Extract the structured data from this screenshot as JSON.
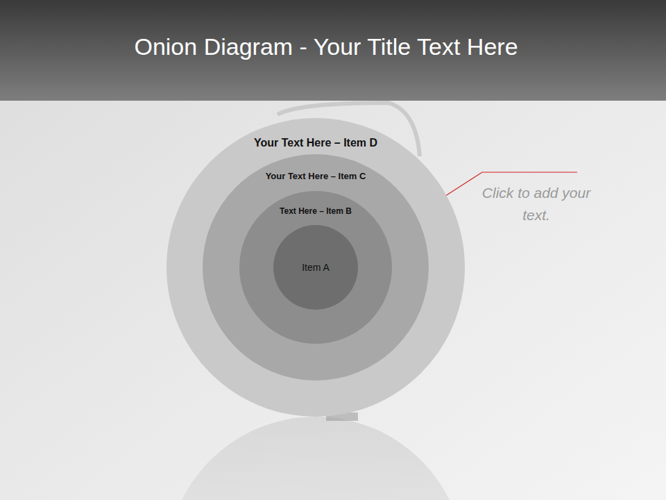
{
  "diagram": {
    "title": "Onion Diagram - Your Title Text Here",
    "nodes": [
      {
        "text": [
          "Your Text Here – Item D"
        ]
      },
      {
        "text": [
          "Your Text Here – Item C"
        ],
        "in": 0
      },
      {
        "text": [
          "Text Here – Item B"
        ],
        "in": 1
      },
      {
        "text": [
          "Item A"
        ],
        "in": 2
      }
    ],
    "labels": [
      "Click to add your text."
    ]
  }
}
